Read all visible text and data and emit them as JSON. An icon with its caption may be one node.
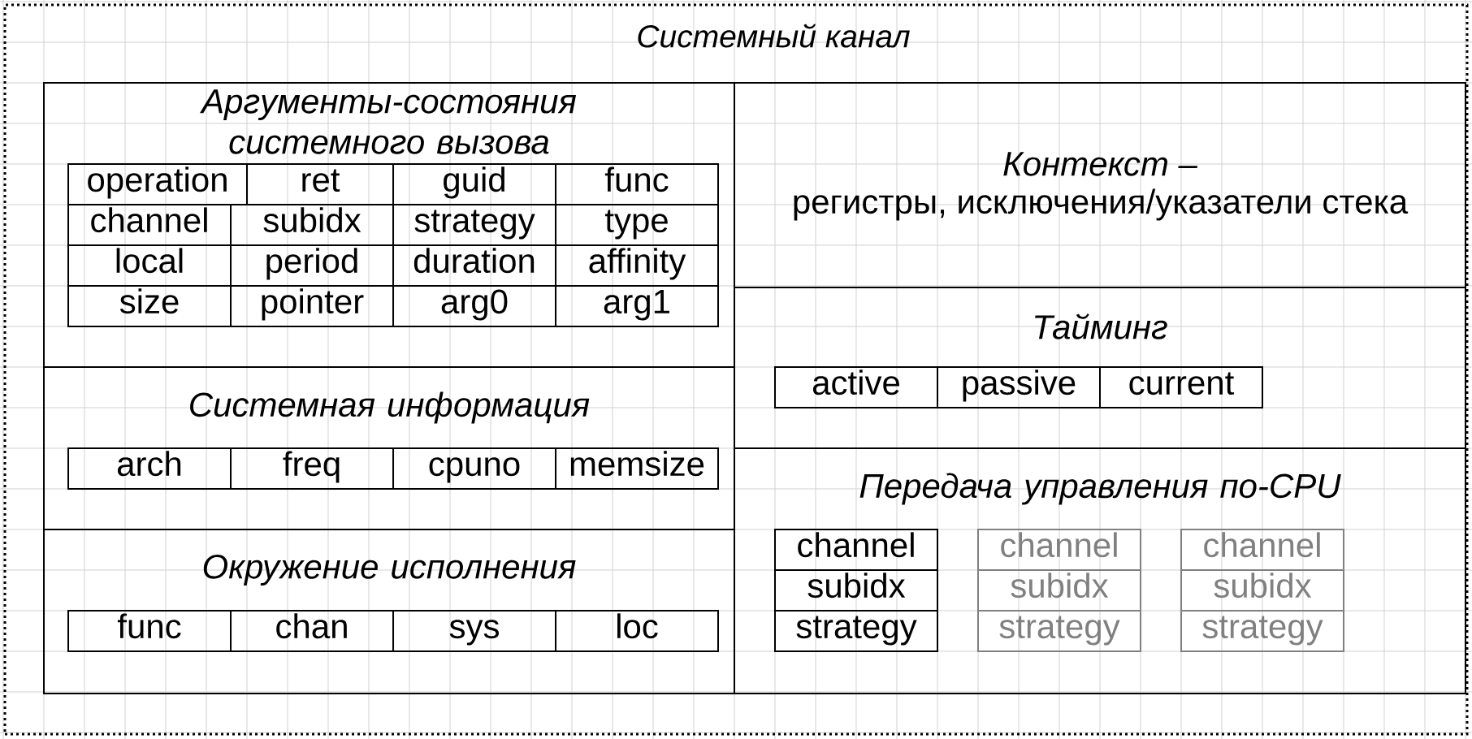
{
  "diagram": {
    "title": "Системный канал",
    "nodes": [
      {
        "text": [],
        "shape": "box"
      },
      {
        "text": [
          "Аргументы-состояния системного вызова"
        ],
        "in": 0
      },
      {
        "text": [
          "operation"
        ],
        "in": 1
      },
      {
        "text": [
          "ret"
        ],
        "in": 1
      },
      {
        "text": [
          "guid"
        ],
        "in": 1
      },
      {
        "text": [
          "func"
        ],
        "in": 1
      },
      {
        "text": [
          "channel"
        ],
        "in": 1
      },
      {
        "text": [
          "subidx"
        ],
        "in": 1
      },
      {
        "text": [
          "strategy"
        ],
        "in": 1
      },
      {
        "text": [
          "type"
        ],
        "in": 1
      },
      {
        "text": [
          "local"
        ],
        "in": 1
      },
      {
        "text": [
          "period"
        ],
        "in": 1
      },
      {
        "text": [
          "duration"
        ],
        "in": 1
      },
      {
        "text": [
          "affinity"
        ],
        "in": 1
      },
      {
        "text": [
          "size"
        ],
        "in": 1
      },
      {
        "text": [
          "pointer"
        ],
        "in": 1
      },
      {
        "text": [
          "arg0"
        ],
        "in": 1
      },
      {
        "text": [
          "arg1"
        ],
        "in": 1
      },
      {
        "text": [
          "Системная информация"
        ],
        "in": 0
      },
      {
        "text": [
          "arch"
        ],
        "in": 18
      },
      {
        "text": [
          "freq"
        ],
        "in": 18
      },
      {
        "text": [
          "cpuno"
        ],
        "in": 18
      },
      {
        "text": [
          "memsize"
        ],
        "in": 18
      },
      {
        "text": [
          "Окружение исполнения"
        ],
        "in": 0
      },
      {
        "text": [
          "func"
        ],
        "in": 23
      },
      {
        "text": [
          "chan"
        ],
        "in": 23
      },
      {
        "text": [
          "sys"
        ],
        "in": 23
      },
      {
        "text": [
          "loc"
        ],
        "in": 23
      },
      {
        "text": [
          "Контекст –",
          "регистры, исключения/указатели стека"
        ],
        "in": 0
      },
      {
        "text": [
          "Тайминг"
        ],
        "in": 0
      },
      {
        "text": [
          "active"
        ],
        "in": 29
      },
      {
        "text": [
          "passive"
        ],
        "in": 29
      },
      {
        "text": [
          "current"
        ],
        "in": 29
      },
      {
        "text": [
          "Передача управления по-CPU"
        ],
        "in": 0
      },
      {
        "text": [
          "channel"
        ],
        "in": 33
      },
      {
        "text": [
          "channel"
        ],
        "in": 33
      },
      {
        "text": [
          "channel"
        ],
        "in": 33
      },
      {
        "text": [
          "subidx"
        ],
        "in": 33
      },
      {
        "text": [
          "subidx"
        ],
        "in": 33
      },
      {
        "text": [
          "subidx"
        ],
        "in": 33
      },
      {
        "text": [
          "strategy"
        ],
        "in": 33
      },
      {
        "text": [
          "strategy"
        ],
        "in": 33
      },
      {
        "text": [
          "strategy"
        ],
        "in": 33
      }
    ]
  }
}
